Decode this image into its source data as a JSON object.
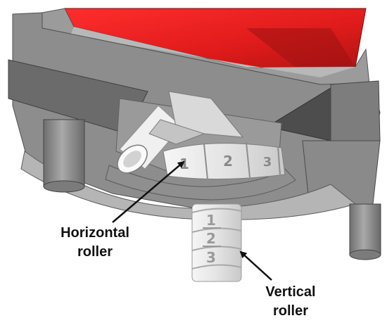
{
  "labels": {
    "horizontal_roller": "Horizontal\nroller",
    "vertical_roller": "Vertical\nroller"
  },
  "horizontal_roller_digits": [
    "1",
    "2",
    "3"
  ],
  "vertical_roller_digits": [
    "1",
    "2",
    "3"
  ],
  "colors": {
    "hopper_red": "#d81e1e",
    "hopper_red_dark": "#9c1212",
    "frame_grey": "#8d8d8d",
    "frame_dark": "#5e5e5e",
    "frame_light": "#c4c4c4",
    "roller_white": "#ececec",
    "arrow": "#111111"
  }
}
